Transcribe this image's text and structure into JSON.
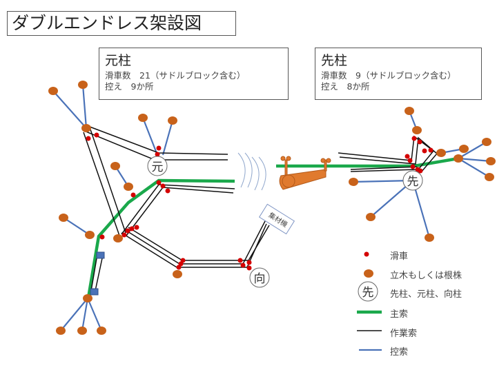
{
  "title": "ダブルエンドレス架設図",
  "moto": {
    "heading": "元柱",
    "pulleys": "滑車数　21（サドルブロック含む）",
    "guys": "控え　9か所"
  },
  "saki": {
    "heading": "先柱",
    "pulleys": "滑車数　9（サドルブロック含む）",
    "guys": "控え　8か所"
  },
  "markers": {
    "moto": "元",
    "muko": "向",
    "saki": "先",
    "yarder": "集材機"
  },
  "legend": [
    {
      "label": "滑車"
    },
    {
      "label": "立木もしくは根株"
    },
    {
      "label": "先柱、元柱、向柱",
      "symbol": "先"
    },
    {
      "label": "主索"
    },
    {
      "label": "作業索"
    },
    {
      "label": "控索"
    }
  ],
  "colors": {
    "main_line": "#1aa84b",
    "work_line": "#111111",
    "guy_line": "#4a72b8",
    "tree": "#c8621a",
    "pulley": "#d40000"
  }
}
